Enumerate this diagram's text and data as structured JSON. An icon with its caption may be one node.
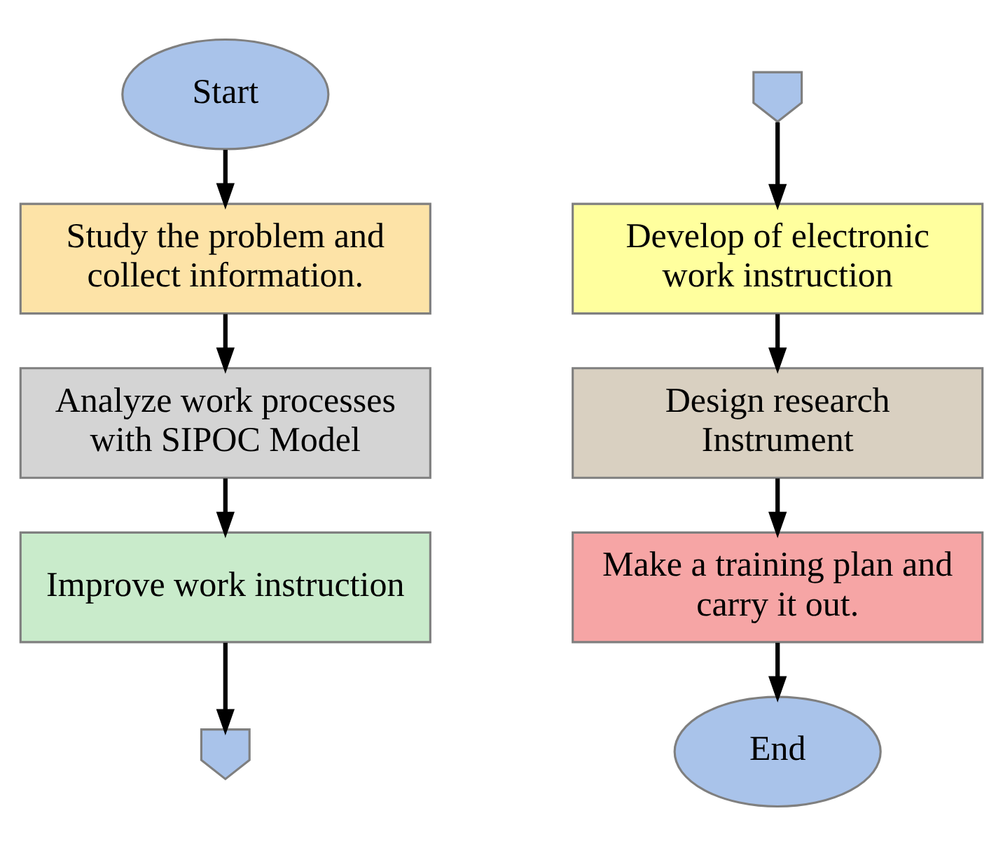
{
  "diagram": {
    "nodes": [
      {
        "text": [
          "Start"
        ]
      },
      {
        "text": [
          "Study the problem and collect information."
        ]
      },
      {
        "text": [
          "Analyze work processes with SIPOC Model"
        ]
      },
      {
        "text": [
          "Improve work instruction"
        ]
      },
      {
        "text": [],
        "shape": "connector"
      },
      {
        "text": [],
        "shape": "connector"
      },
      {
        "text": [
          "Develop of electronic work instruction"
        ]
      },
      {
        "text": [
          "Design research Instrument"
        ]
      },
      {
        "text": [
          "Make a training plan and carry it out."
        ]
      },
      {
        "text": [
          "End"
        ]
      }
    ],
    "edges": [
      {
        "from": 0,
        "to": 1,
        "arrow": "to"
      },
      {
        "from": 1,
        "to": 2,
        "arrow": "to"
      },
      {
        "from": 2,
        "to": 3,
        "arrow": "to"
      },
      {
        "from": 3,
        "to": 4,
        "arrow": "to"
      },
      {
        "from": 5,
        "to": 6,
        "arrow": "to"
      },
      {
        "from": 6,
        "to": 7,
        "arrow": "to"
      },
      {
        "from": 7,
        "to": 8,
        "arrow": "to"
      },
      {
        "from": 8,
        "to": 9,
        "arrow": "to"
      }
    ]
  }
}
